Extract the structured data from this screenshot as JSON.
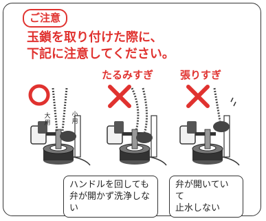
{
  "badge": "ご注意",
  "title_lines": [
    "玉鎖を取り付けた際に、",
    "下記に注意してください。"
  ],
  "labels": {
    "slack": "たるみすぎ",
    "tight": "張りすぎ"
  },
  "lever_labels": {
    "large": "大用",
    "small": "小用"
  },
  "callouts": {
    "left": [
      "ハンドルを回しても",
      "弁が開かず洗浄しない"
    ],
    "right": [
      "弁が開いていて",
      "止水しない"
    ]
  },
  "colors": {
    "accent": "#e0322f",
    "ink": "#333333"
  },
  "marks": [
    "circle-ok-icon",
    "cross-ng-icon",
    "cross-ng-icon"
  ]
}
